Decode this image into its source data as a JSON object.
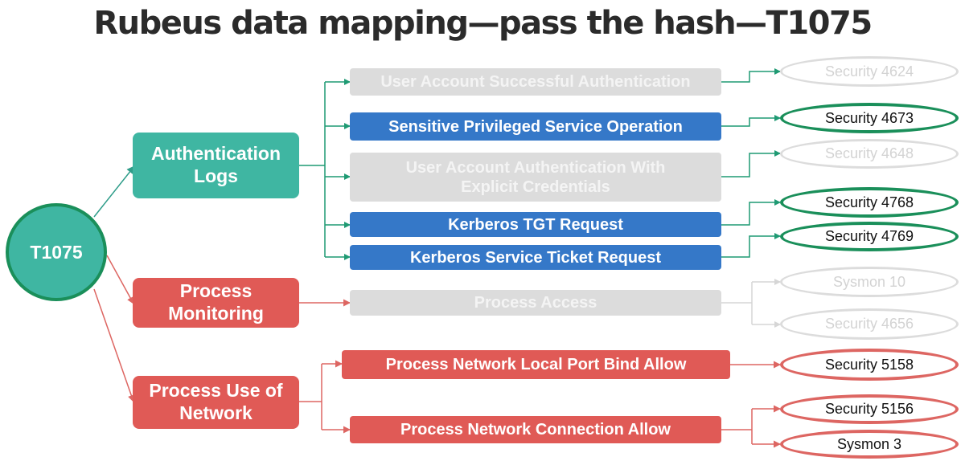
{
  "title": "Rubeus data mapping—pass the hash—T1075",
  "colors": {
    "teal": "#3fb6a2",
    "teal_line": "#1f9a73",
    "green_oval": "#1a8f5a",
    "blue": "#3578c8",
    "red": "#e05a56",
    "red_line": "#dd6662",
    "gray": "#dcdcdc",
    "gray_text": "#f4f4f4",
    "gray_oval_text": "#d3d3d3"
  },
  "root": {
    "label": "T1075"
  },
  "categories": {
    "auth": {
      "label_line1": "Authentication",
      "label_line2": "Logs"
    },
    "proc": {
      "label_line1": "Process",
      "label_line2": "Monitoring"
    },
    "net": {
      "label_line1": "Process Use of",
      "label_line2": "Network"
    }
  },
  "events": {
    "user_success": {
      "label": "User Account Successful Authentication",
      "active": false
    },
    "sensitive_priv": {
      "label": "Sensitive Privileged Service Operation",
      "active": true
    },
    "explicit_creds": {
      "label_line1": "User Account Authentication With",
      "label_line2": "Explicit Credentials",
      "active": false
    },
    "kerb_tgt": {
      "label": "Kerberos TGT Request",
      "active": true
    },
    "kerb_service": {
      "label": "Kerberos Service Ticket Request",
      "active": true
    },
    "proc_access": {
      "label": "Process Access",
      "active": false
    },
    "port_bind": {
      "label": "Process Network Local Port Bind Allow",
      "active": true
    },
    "net_conn": {
      "label": "Process Network Connection Allow",
      "active": true
    }
  },
  "sources": {
    "sec4624": {
      "label": "Security 4624",
      "active": false
    },
    "sec4673": {
      "label": "Security 4673",
      "active": true
    },
    "sec4648": {
      "label": "Security 4648",
      "active": false
    },
    "sec4768": {
      "label": "Security 4768",
      "active": true
    },
    "sec4769": {
      "label": "Security 4769",
      "active": true
    },
    "sysmon10": {
      "label": "Sysmon 10",
      "active": false
    },
    "sec4656": {
      "label": "Security 4656",
      "active": false
    },
    "sec5158": {
      "label": "Security 5158",
      "active": true
    },
    "sec5156": {
      "label": "Security 5156",
      "active": true
    },
    "sysmon3": {
      "label": "Sysmon 3",
      "active": true
    }
  }
}
